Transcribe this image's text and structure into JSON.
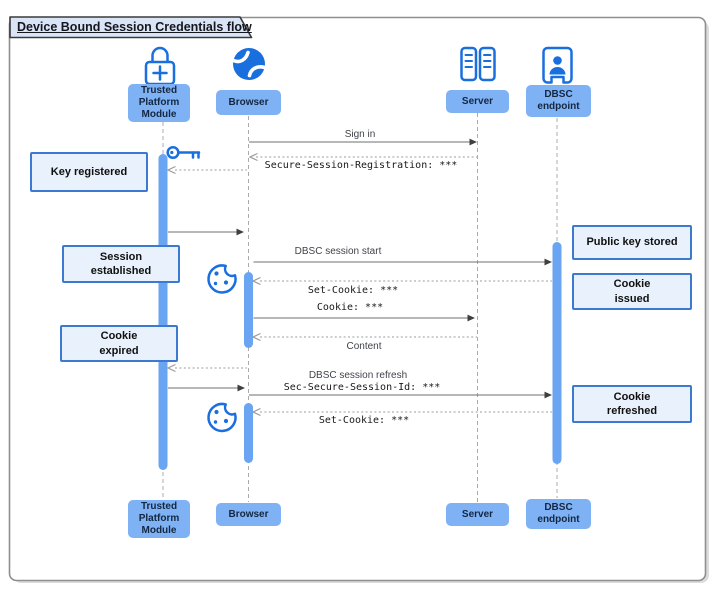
{
  "title": "Device Bound Session Credentials flow",
  "actors": [
    {
      "id": "tpm",
      "label": "Trusted\nPlatform\nModule",
      "icon": "lock-plus-icon"
    },
    {
      "id": "browser",
      "label": "Browser",
      "icon": "globe-icon"
    },
    {
      "id": "server",
      "label": "Server",
      "icon": "server-rack-icon"
    },
    {
      "id": "dbsc",
      "label": "DBSC\nendpoint",
      "icon": "id-badge-icon"
    }
  ],
  "messages": {
    "sign_in": "Sign in",
    "secure_session_registration": "Secure-Session-Registration: ***",
    "dbsc_session_start": "DBSC session start",
    "set_cookie_1": "Set-Cookie: ***",
    "cookie": "Cookie: ***",
    "content": "Content",
    "dbsc_session_refresh": "DBSC session refresh",
    "sec_secure_session_id": "Sec-Secure-Session-Id: ***",
    "set_cookie_2": "Set-Cookie: ***"
  },
  "states": {
    "left": [
      "Key registered",
      "Session\nestablished",
      "Cookie\nexpired"
    ],
    "right": [
      "Public key stored",
      "Cookie\nissued",
      "Cookie\nrefreshed"
    ]
  },
  "icons": [
    "lock-plus-icon",
    "globe-icon",
    "server-rack-icon",
    "id-badge-icon",
    "key-icon",
    "cookie-icon"
  ],
  "colors": {
    "actor_box": "#7fb1f5",
    "state_box_bg": "#e9f1fd",
    "state_box_border": "#3c7ad1",
    "icon_blue": "#1a6fde",
    "activation_bar": "#6aa5f3",
    "title_tab_bg": "#d9e4f6",
    "lifeline": "#ababab",
    "solid_arrow": "#6f6f6f",
    "dotted_arrow": "#9b9b9b"
  }
}
